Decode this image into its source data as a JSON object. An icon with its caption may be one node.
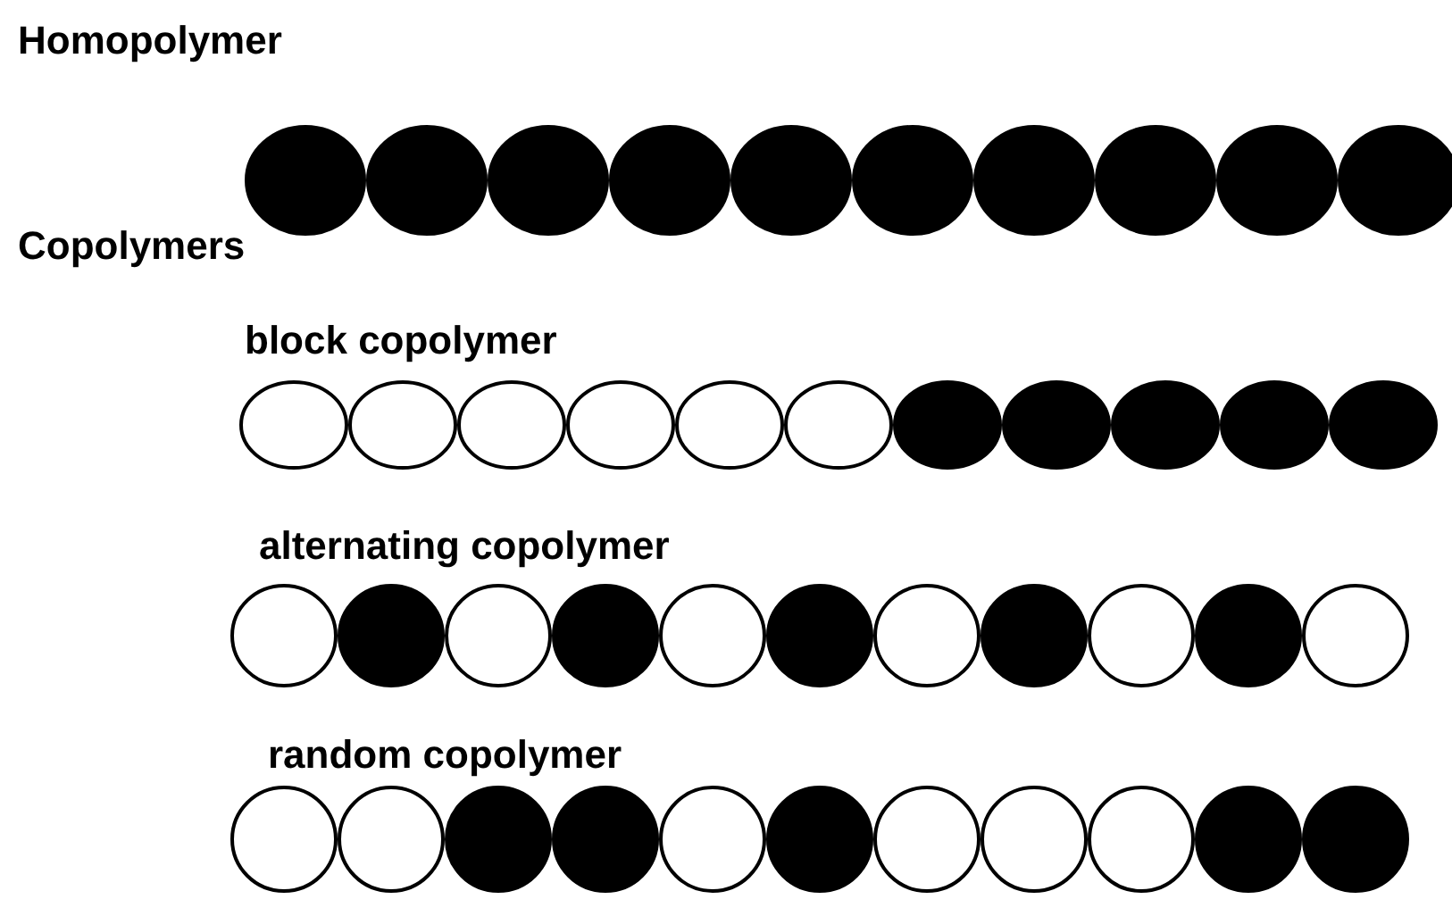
{
  "diagram": {
    "labels": [
      "Homopolymer",
      "Copolymers",
      "block copolymer",
      "alternating copolymer",
      "random copolymer"
    ]
  }
}
